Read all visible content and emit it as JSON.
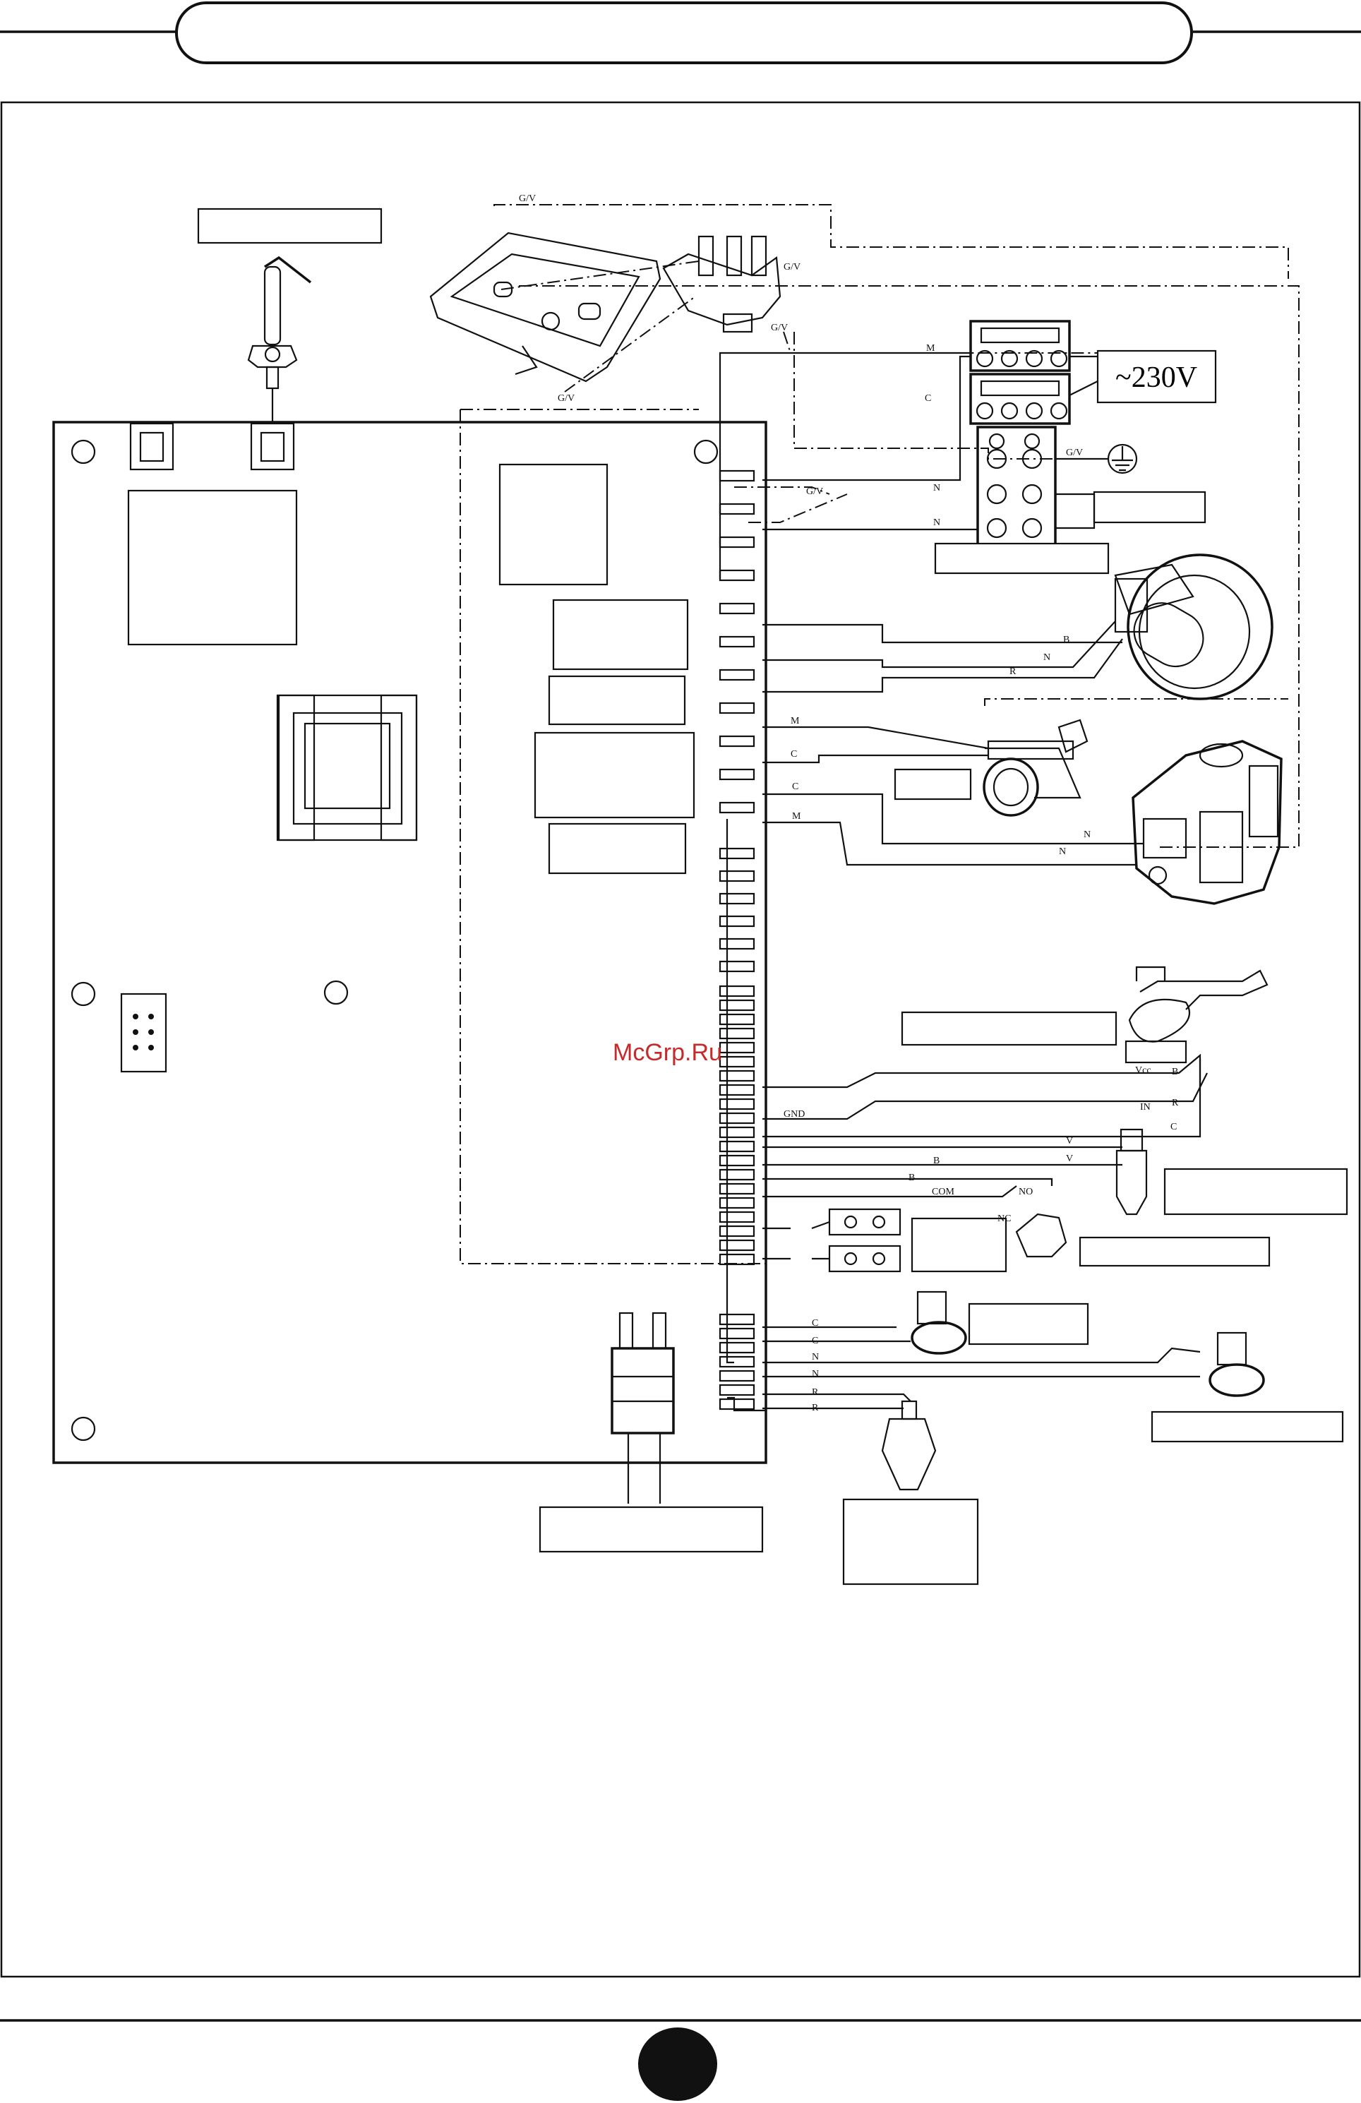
{
  "header": {
    "title": ""
  },
  "supply": {
    "voltage": "~230V"
  },
  "wire_codes": {
    "gv": "G/V",
    "m": "M",
    "c": "C",
    "n": "N",
    "b": "B",
    "r": "R",
    "v": "V",
    "com": "COM",
    "no": "NO",
    "nc": "NC",
    "vcc": "Vcc",
    "in": "IN",
    "gnd": "GND"
  },
  "watermark": "McGrp.Ru",
  "footer": {
    "page_number": ""
  }
}
